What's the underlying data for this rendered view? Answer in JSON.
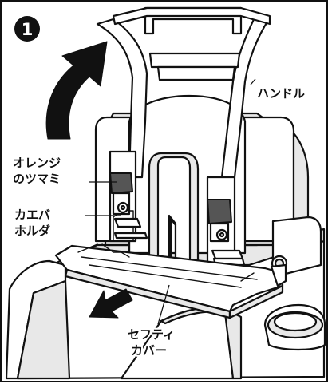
{
  "step_number": "1",
  "labels": {
    "handle": "ハンドル",
    "knob_line1": "オレンジ",
    "knob_line2": "のツマミ",
    "holder_line1": "カエバ",
    "holder_line2": "ホルダ",
    "safety_line1": "セフティ",
    "safety_line2": "カバー"
  },
  "icons": {
    "step_badge": "circled-number-1-icon",
    "rotate_arrow": "curved-up-arrow-icon",
    "pull_arrow": "diagonal-left-arrow-icon"
  }
}
